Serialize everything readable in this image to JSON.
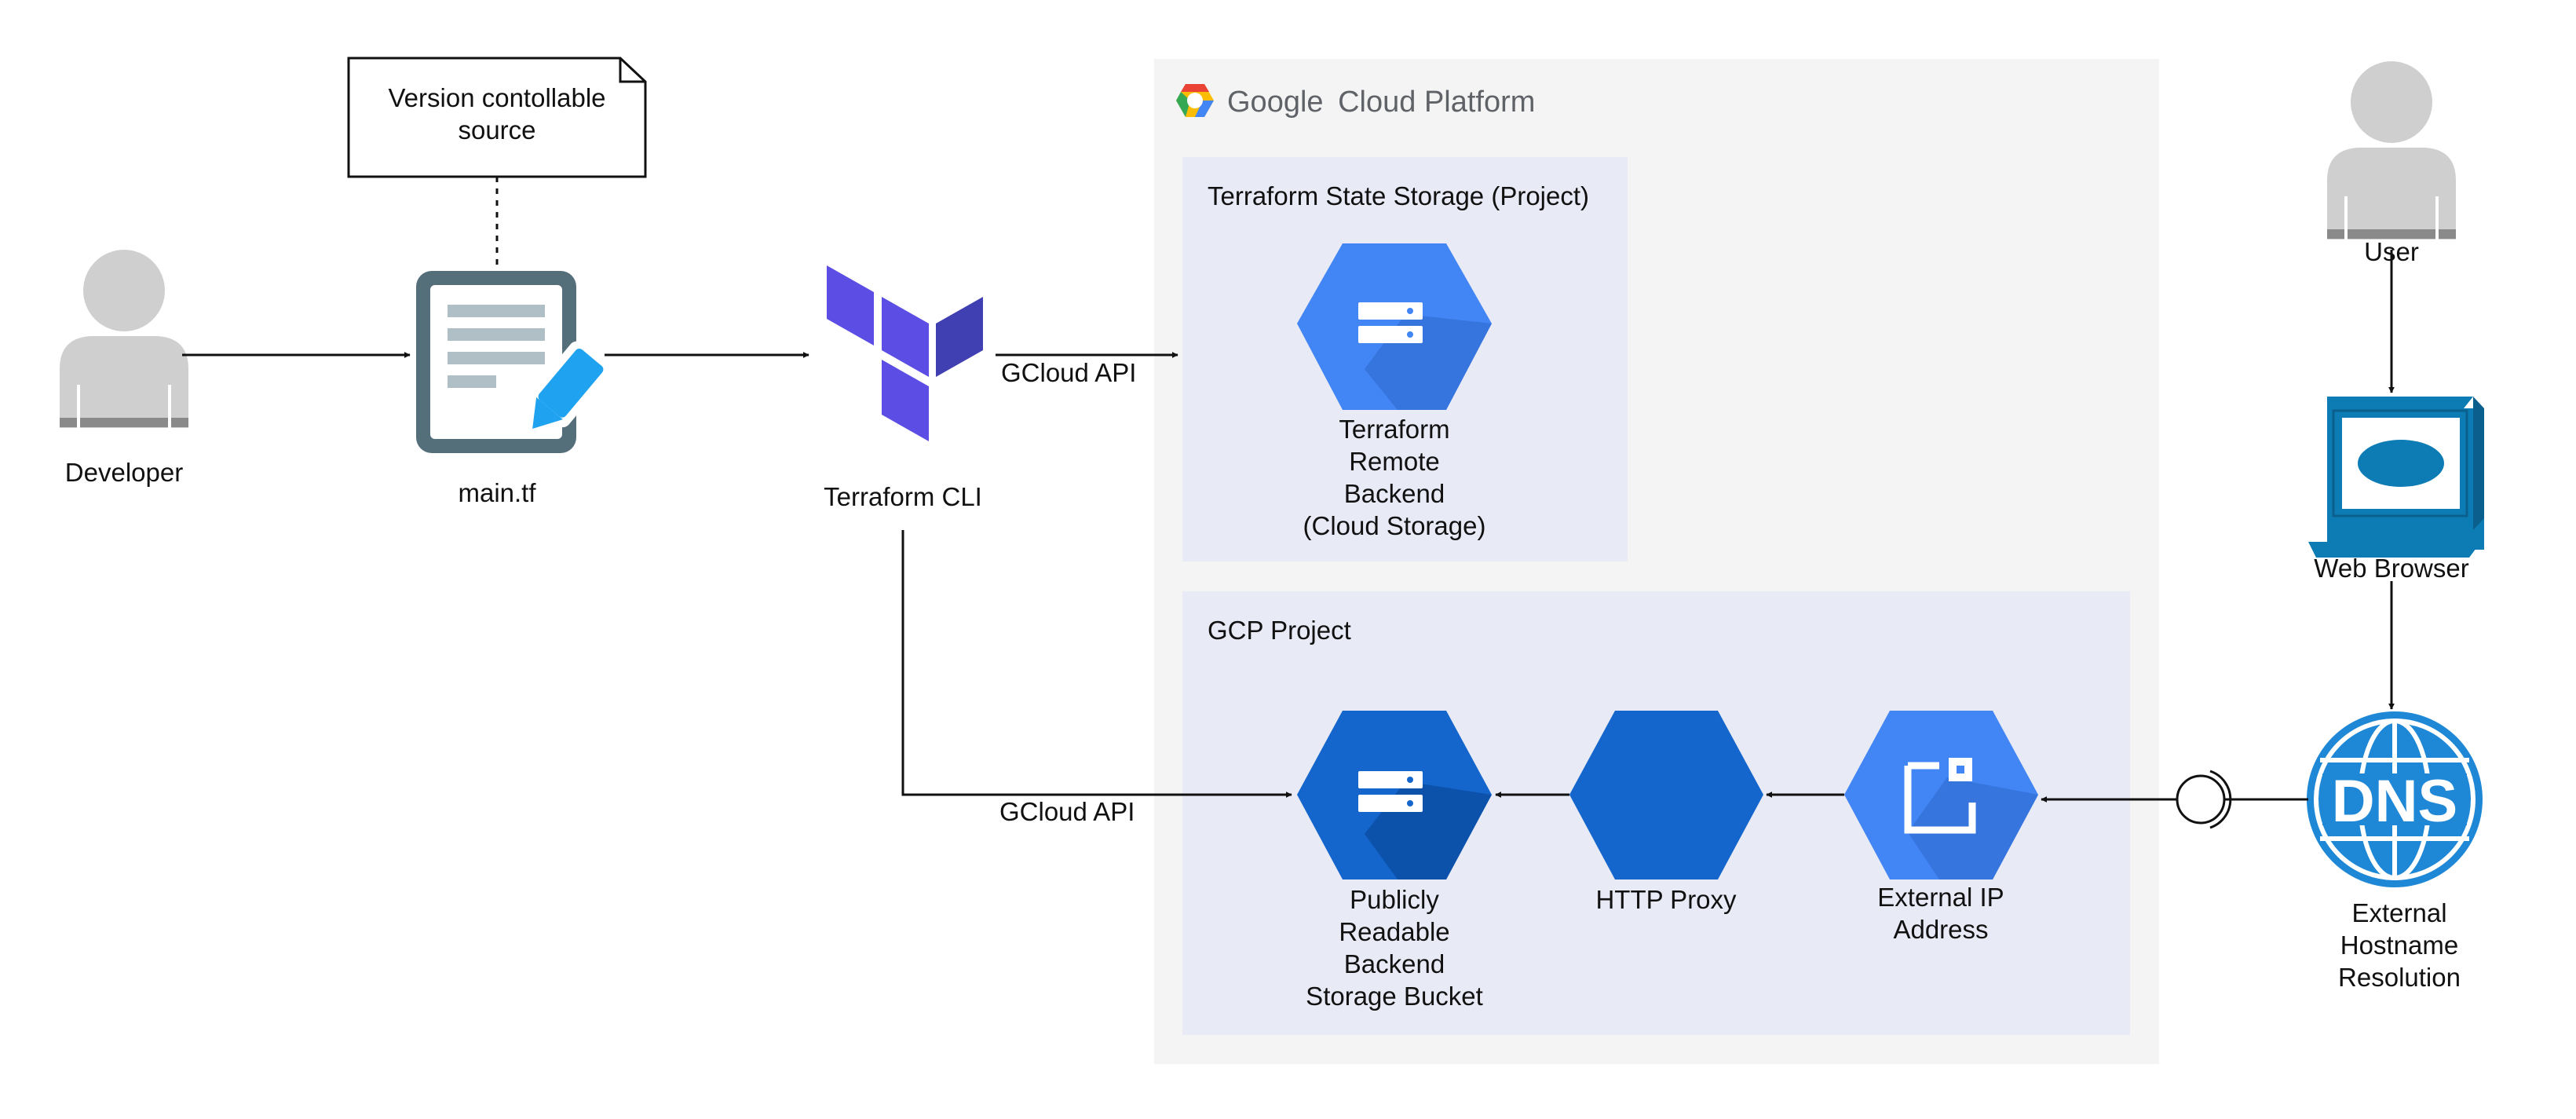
{
  "gcp_brand": {
    "google": "Google",
    "suffix": "Cloud Platform"
  },
  "note": {
    "text": "Version contollable\nsource"
  },
  "nodes": {
    "developer": "Developer",
    "main_tf": "main.tf",
    "terraform_cli": "Terraform CLI",
    "remote_backend": "Terraform\nRemote\nBackend\n(Cloud Storage)",
    "public_bucket": "Publicly\nReadable\nBackend\nStorage Bucket",
    "http_proxy": "HTTP Proxy",
    "external_ip": "External IP\nAddress",
    "user": "User",
    "web_browser": "Web Browser",
    "dns": "External Hostname\nResolution"
  },
  "groups": {
    "state_storage": "Terraform State Storage (Project)",
    "gcp_project": "GCP Project"
  },
  "edges": {
    "gcloud_api_top": "GCloud API",
    "gcloud_api_bottom": "GCloud API"
  },
  "icons": {
    "dns_text": "DNS"
  },
  "colors": {
    "gcp_panel": "#f4f4f5",
    "group_box": "#e8eaf6",
    "gcp_blue": "#4285f4",
    "gcp_blue_dark": "#0d5fbf",
    "terraform_purple": "#5c4ee5",
    "person_gray": "#cfcfcf",
    "doc_frame": "#546e7a",
    "pencil_blue": "#1fa2f0",
    "browser_blue": "#0d7cb5",
    "dns_blue": "#1e88d6"
  }
}
